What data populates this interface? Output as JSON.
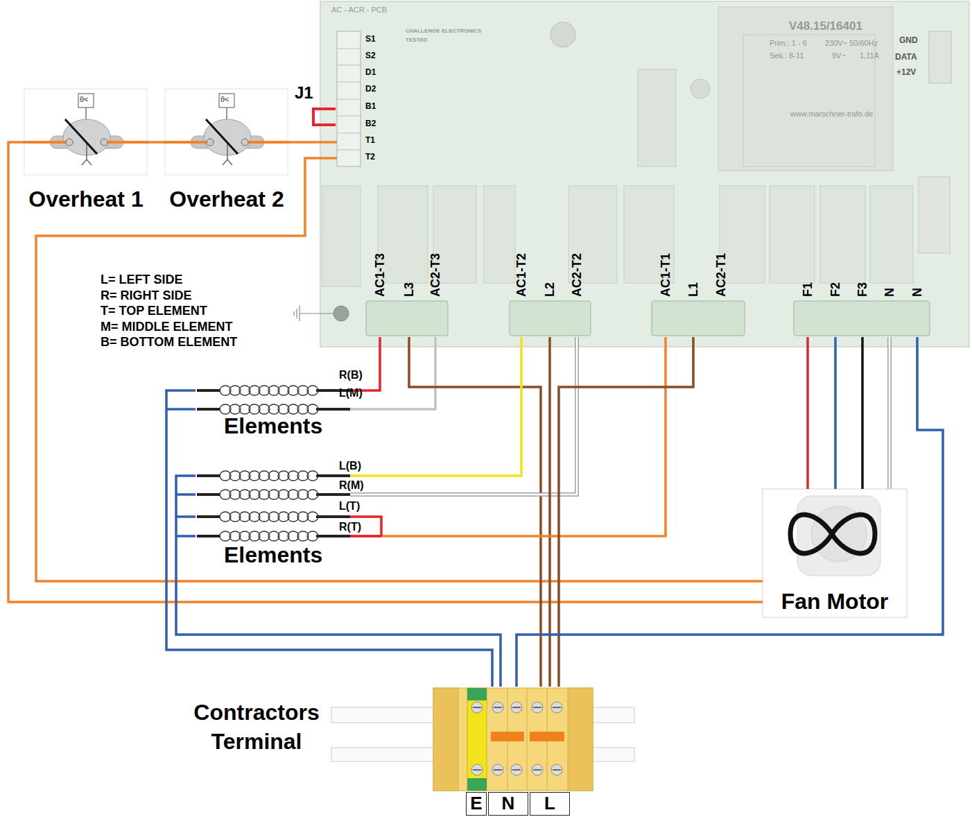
{
  "diagram": {
    "nodes": [
      {
        "text": [
          "S1",
          "S2",
          "D1",
          "D2",
          "B1",
          "B2",
          "T1",
          "T2"
        ]
      },
      {
        "text": [
          "Overheat 1"
        ]
      },
      {
        "text": [
          "Overheat 2"
        ]
      },
      {
        "text": [
          "AC1-T3",
          "L3",
          "AC2-T3"
        ]
      },
      {
        "text": [
          "AC1-T2",
          "L2",
          "AC2-T2"
        ]
      },
      {
        "text": [
          "AC1-T1",
          "L1",
          "AC2-T1"
        ]
      },
      {
        "text": [
          "F1",
          "F2",
          "F3",
          "N",
          "N"
        ]
      },
      {
        "text": [
          "Elements"
        ]
      },
      {
        "text": [
          "Elements"
        ]
      },
      {
        "text": [
          "Fan Motor"
        ]
      },
      {
        "text": [
          "Contractors Terminal",
          "E",
          "N",
          "L"
        ]
      }
    ],
    "edges": [
      {
        "from": 1,
        "to": 2,
        "arrow": "none"
      },
      {
        "from": 2,
        "to": 0,
        "arrow": "none"
      },
      {
        "from": 0,
        "to": 9,
        "arrow": "none"
      },
      {
        "from": 1,
        "to": 9,
        "arrow": "none"
      },
      {
        "from": 3,
        "to": 7,
        "arrow": "none"
      },
      {
        "from": 3,
        "to": 10,
        "arrow": "none"
      },
      {
        "from": 4,
        "to": 8,
        "arrow": "none"
      },
      {
        "from": 4,
        "to": 10,
        "arrow": "none"
      },
      {
        "from": 5,
        "to": 8,
        "arrow": "none"
      },
      {
        "from": 5,
        "to": 10,
        "arrow": "none"
      },
      {
        "from": 6,
        "to": 9,
        "arrow": "none"
      },
      {
        "from": 6,
        "to": 10,
        "arrow": "none"
      },
      {
        "from": 7,
        "to": 10,
        "arrow": "none"
      },
      {
        "from": 8,
        "to": 10,
        "arrow": "none"
      }
    ],
    "labels": [
      "J1",
      "θ<",
      "θ<",
      "AC - ACR - PCB",
      "CHALLENGE ELECTRONICS",
      "TESTED",
      "V48.15/16401",
      "Prim.: 1 - 6",
      "230V~ 50/60Hz",
      "Sek.: 8-11",
      "9V~",
      "1,11A",
      "www.marschner-trafo.de",
      "GND",
      "DATA",
      "+12V",
      "R(B)",
      "L(M)",
      "L(B)",
      "R(M)",
      "L(T)",
      "R(T)"
    ],
    "legend": [
      {
        "text": "L= LEFT SIDE"
      },
      {
        "text": "R= RIGHT SIDE"
      },
      {
        "text": "T= TOP ELEMENT"
      },
      {
        "text": "M= MIDDLE ELEMENT"
      },
      {
        "text": "B= BOTTOM ELEMENT"
      }
    ]
  }
}
